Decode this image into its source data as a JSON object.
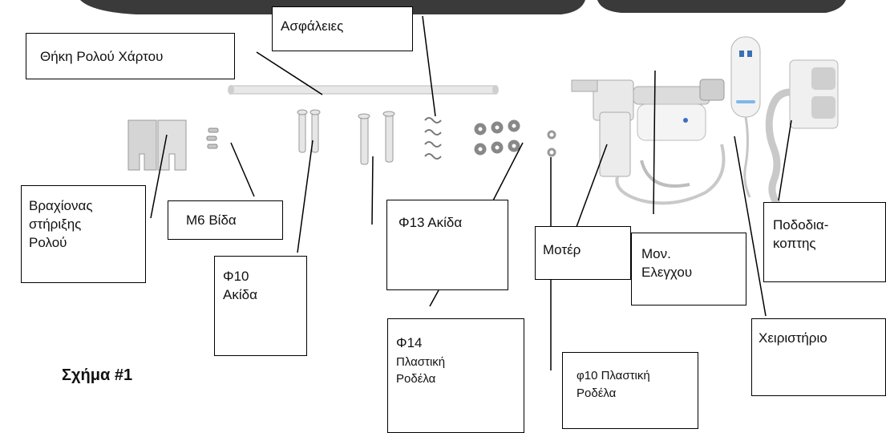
{
  "labels": {
    "fuses": "Ασφάλειες",
    "paper_roll_holder": "Θήκη Ρολού Χάρτου",
    "roll_bracket": [
      "Βραχίονας",
      "στήριξης",
      "Ρολού"
    ],
    "m6_screw": "M6 Βίδα",
    "phi10_pin": [
      "Φ10",
      "Ακίδα"
    ],
    "phi13_pin": "Φ13 Ακίδα",
    "phi14_washer": [
      "Φ14",
      "Πλαστική",
      "Ροδέλα"
    ],
    "phi10_washer": [
      "φ10 Πλαστική",
      "Ροδέλα"
    ],
    "motor": "Μοτέρ",
    "control_box": [
      "Μον.",
      "Ελεγχου"
    ],
    "foot_switch": [
      "Ποδοδια-",
      "κοπτης"
    ],
    "hand_control": "Χειριστήριο"
  },
  "figure_caption": "Σχήμα #1"
}
